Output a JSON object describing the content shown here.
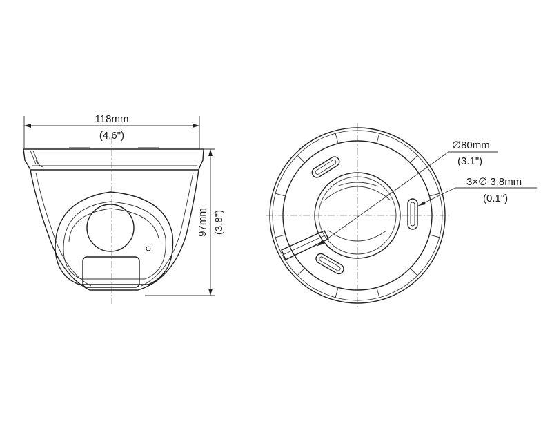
{
  "side_view": {
    "width_label": "118mm",
    "width_label_in": "(4.6\")",
    "height_label": "97mm",
    "height_label_in": "(3.8\")"
  },
  "bottom_view": {
    "diameter_label": "∅80mm",
    "diameter_label_in": "(3.1\")",
    "hole_label": "3×∅ 3.8mm",
    "hole_label_in": "(0.1\")"
  }
}
